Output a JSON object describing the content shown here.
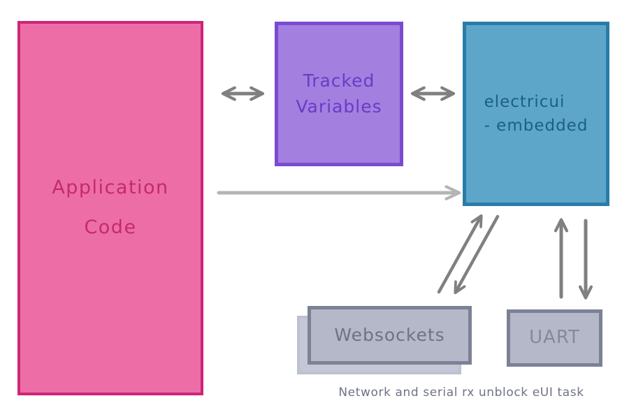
{
  "diagram": {
    "title_caption": "Network and serial rx unblock eUI task",
    "background_color": "#ffffff",
    "nodes": [
      {
        "id": "application-code",
        "label": "Application\nCode",
        "fill": "#ED6EA7",
        "stroke": "#CE2577",
        "text_color": "#C42A6E"
      },
      {
        "id": "tracked-variables",
        "label": "Tracked\nVariables",
        "fill": "#A37FE0",
        "stroke": "#7A4BD0",
        "text_color": "#6A3BC4"
      },
      {
        "id": "electricui-embedded",
        "label": "electricui\n- embedded",
        "fill": "#5DA6C9",
        "stroke": "#2A7CA8",
        "text_color": "#1D5F82"
      },
      {
        "id": "websockets",
        "label": "Websockets",
        "fill": "#B4B8C8",
        "stroke": "#7C8196",
        "text_color": "#6E7385"
      },
      {
        "id": "uart",
        "label": "UART",
        "fill": "#B4B8C8",
        "stroke": "#7C8196",
        "text_color": "#85899A"
      }
    ],
    "connectors": [
      {
        "id": "app-to-tracked",
        "kind": "double-arrow-horizontal",
        "from": "application-code",
        "to": "tracked-variables",
        "color": "#808080"
      },
      {
        "id": "tracked-to-electricui",
        "kind": "double-arrow-horizontal",
        "from": "tracked-variables",
        "to": "electricui-embedded",
        "color": "#808080"
      },
      {
        "id": "app-to-electricui",
        "kind": "single-arrow-right",
        "from": "application-code",
        "to": "electricui-embedded",
        "color": "#B5B5B5"
      },
      {
        "id": "websockets-to-electricui",
        "kind": "diagonal-arrow-up-right",
        "from": "websockets",
        "to": "electricui-embedded",
        "color": "#808080"
      },
      {
        "id": "electricui-to-websockets",
        "kind": "diagonal-arrow-down-left",
        "from": "electricui-embedded",
        "to": "websockets",
        "color": "#808080"
      },
      {
        "id": "uart-to-electricui",
        "kind": "vertical-arrow-up",
        "from": "uart",
        "to": "electricui-embedded",
        "color": "#808080"
      },
      {
        "id": "electricui-to-uart",
        "kind": "vertical-arrow-down",
        "from": "electricui-embedded",
        "to": "uart",
        "color": "#808080"
      }
    ]
  }
}
